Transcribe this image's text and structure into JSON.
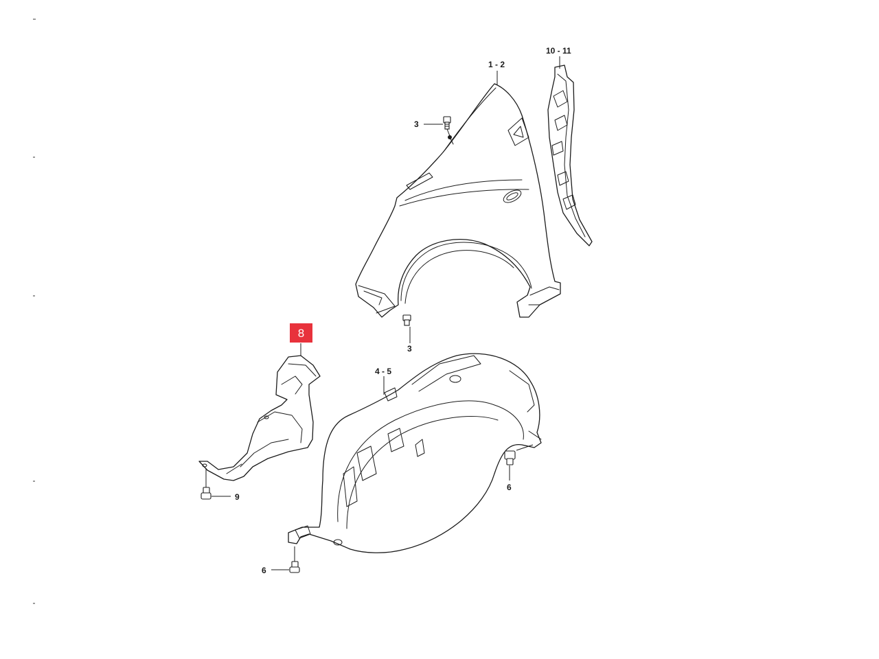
{
  "colors": {
    "line": "#1a1a1a",
    "highlight_badge": "#e8323c",
    "background": "#ffffff"
  },
  "callouts": {
    "fender": "1 - 2",
    "pillar_panel": "10 - 11",
    "upper_bolt": "3",
    "lower_bolt": "3",
    "highlighted_part": "8",
    "fender_liner": "4 - 5",
    "rear_liner_screw": "6",
    "front_liner_screw": "6",
    "cover_bolt": "9"
  }
}
